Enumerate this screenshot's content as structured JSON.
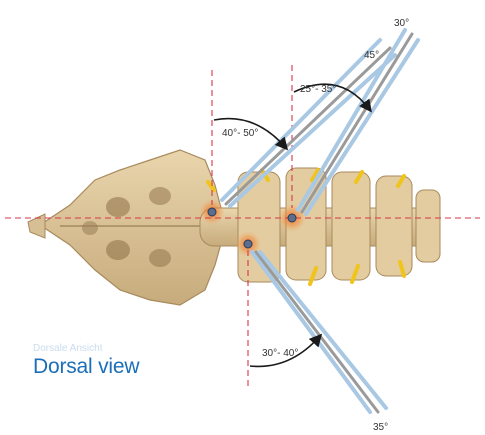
{
  "caption": {
    "title": "Dorsal view",
    "faint_text": "Dorsale Ansicht"
  },
  "angles": {
    "top_left": "40°- 50°",
    "top_mid": "25°- 35°",
    "top_45": "45°",
    "top_30": "30°",
    "bottom_range": "30°- 40°",
    "bottom_35": "35°"
  },
  "colors": {
    "guide_line": "#d9364a",
    "rod_blue": "#a9c8e3",
    "rod_gray": "#9a9a9a",
    "bone": "#d9c29a",
    "bone_shade": "#b99e72",
    "disc": "#f0c419",
    "caption": "#1b6fb8"
  },
  "icons": {
    "screw": "screw-head-icon",
    "arrow": "curved-arrow-icon"
  }
}
